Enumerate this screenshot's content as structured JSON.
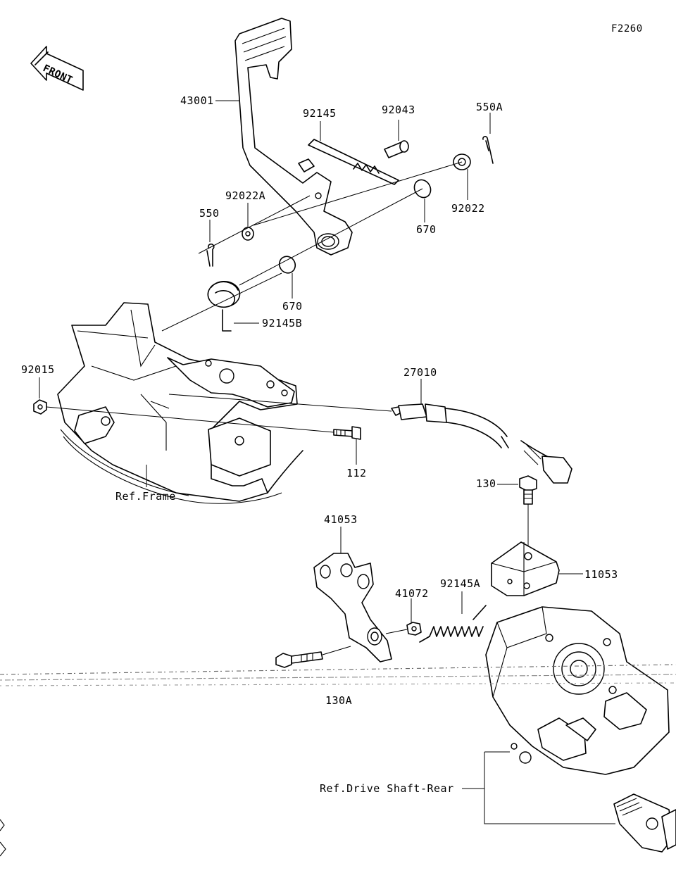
{
  "diagram_code": "F2260",
  "front_badge": "FRONT",
  "parts": [
    {
      "id": "p-43001",
      "number": "43001"
    },
    {
      "id": "p-92145",
      "number": "92145"
    },
    {
      "id": "p-92043",
      "number": "92043"
    },
    {
      "id": "p-550A",
      "number": "550A"
    },
    {
      "id": "p-92022A",
      "number": "92022A"
    },
    {
      "id": "p-550",
      "number": "550"
    },
    {
      "id": "p-670-top",
      "number": "670"
    },
    {
      "id": "p-92022",
      "number": "92022"
    },
    {
      "id": "p-670-mid",
      "number": "670"
    },
    {
      "id": "p-92145B",
      "number": "92145B"
    },
    {
      "id": "p-92015",
      "number": "92015"
    },
    {
      "id": "p-27010",
      "number": "27010"
    },
    {
      "id": "p-112",
      "number": "112"
    },
    {
      "id": "p-130",
      "number": "130"
    },
    {
      "id": "p-41053",
      "number": "41053"
    },
    {
      "id": "p-11053",
      "number": "11053"
    },
    {
      "id": "p-41072",
      "number": "41072"
    },
    {
      "id": "p-92145A",
      "number": "92145A"
    },
    {
      "id": "p-130A",
      "number": "130A"
    }
  ],
  "references": {
    "frame": "Ref.Frame",
    "drive_shaft": "Ref.Drive Shaft-Rear"
  }
}
